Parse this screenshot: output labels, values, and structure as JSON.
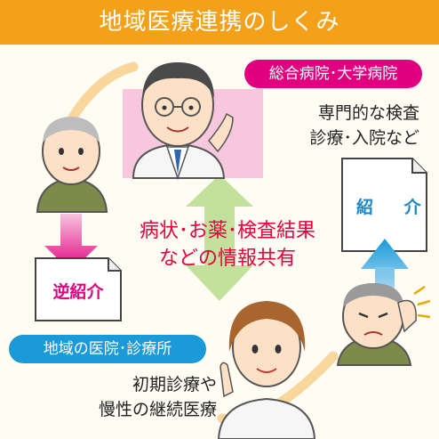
{
  "title": "地域医療連携のしくみ",
  "hospital": {
    "label": "総合病院･大学病院",
    "desc_line1": "専門的な検査",
    "desc_line2": "診療･入院など"
  },
  "clinic": {
    "label": "地域の医院･診療所",
    "desc_line1": "初期診療や",
    "desc_line2": "慢性の継続医療"
  },
  "center": {
    "line1": "病状･お薬･検査結果",
    "line2": "などの情報共有"
  },
  "documents": {
    "reverse_referral": "逆紹介",
    "referral": "紹 介"
  },
  "colors": {
    "title_bar": "#f4a11a",
    "hospital_accent": "#e0007f",
    "clinic_accent": "#1a9ad8",
    "center_text": "#e4003a",
    "exchange_arrow": "#b9dc8f",
    "cycle_line": "#f4c77a"
  },
  "icons": [
    "hospital-doctor-icon",
    "clinic-doctor-icon",
    "elderly-patient-icon",
    "sick-patient-icon",
    "document-icon"
  ]
}
